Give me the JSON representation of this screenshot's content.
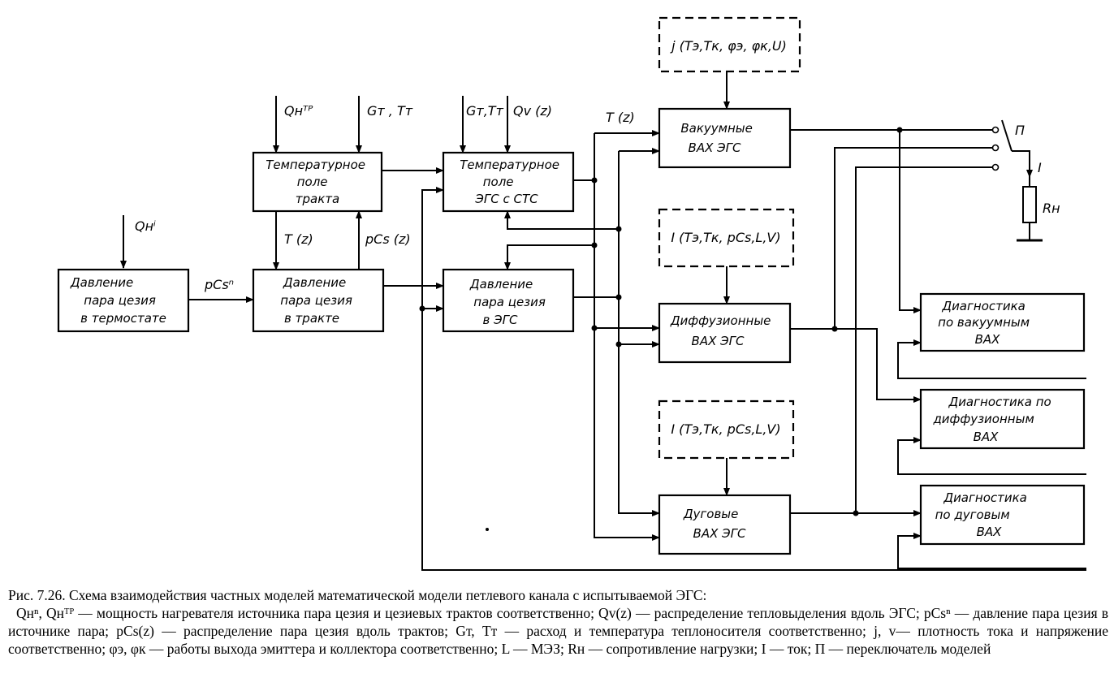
{
  "blocks": {
    "thermostat": [
      "Давление",
      "пара цезия",
      "в термостате"
    ],
    "tract_temp": [
      "Температурное",
      "поле",
      "тракта"
    ],
    "tract_pressure": [
      "Давление",
      "пара цезия",
      "в тракте"
    ],
    "egs_temp": [
      "Температурное",
      "поле",
      "ЭГС с СТС"
    ],
    "egs_pressure": [
      "Давление",
      "пара цезия",
      "в ЭГС"
    ],
    "vacuum_vax": [
      "Вакуумные",
      "ВАХ ЭГС"
    ],
    "diffusion_vax": [
      "Диффузионные",
      "ВАХ ЭГС"
    ],
    "arc_vax": [
      "Дуговые",
      "ВАХ ЭГС"
    ],
    "diag_vacuum": [
      "Диагностика",
      "по вакуумным",
      "ВАХ"
    ],
    "diag_diffusion": [
      "Диагностика по",
      "диффузионным",
      "ВАХ"
    ],
    "diag_arc": [
      "Диагностика",
      "по дуговым",
      "ВАХ"
    ],
    "dashed_j": "j (Tэ,Tк, φэ, φк,U)",
    "dashed_i1": "I (Tэ,Tк, pCs,L,V)",
    "dashed_i2": "I (Tэ,Tк, pCs,L,V)"
  },
  "signals": {
    "q_heater": "Qнⁱ",
    "q_tract": "Qнᵀᴾ",
    "g_t_1": "Gт , Tт",
    "g_t_2": "Gт,Tт",
    "q_v": "Qv (z)",
    "p_cs_n": "pCsⁿ",
    "t_z_1": "T (z)",
    "p_cs_z": "pCs (z)",
    "t_z_2": "T (z)",
    "switch": "П",
    "current": "I",
    "load": "Rн"
  },
  "caption": {
    "title": "Рис. 7.26. Схема взаимодействия частных моделей математической модели петлевого канала с испытываемой ЭГС:",
    "legend": "Qнⁿ, Qнᵀᴾ — мощность нагревателя источника пара цезия и цезиевых трактов соответственно; Qv(z) — распределение тепловыделения вдоль ЭГС; pCsⁿ — давление пара цезия в источнике пара; pCs(z) — распределение пара цезия вдоль трактов; Gт, Tт — расход и температура теплоносителя соответственно; j, v— плотность тока и напряжение соответственно; φэ, φк — работы выхода эмиттера и коллектора соответственно; L — МЭЗ; Rн — сопротивление нагрузки; I — ток; П — переключатель моделей"
  }
}
